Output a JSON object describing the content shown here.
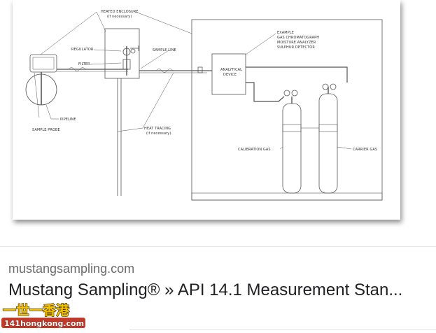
{
  "result": {
    "source_domain": "mustangsampling.com",
    "title": "Mustang Sampling® » API 14.1 Measurement Stan..."
  },
  "diagram": {
    "labels": {
      "heated_enclosure": "HEATED ENCLOSURE",
      "heated_enclosure_note": "(if necessary)",
      "regulator": "REGULATOR",
      "filter": "FILTER",
      "sample_line": "SAMPLE LINE",
      "pipeline": "PIPELINE",
      "sample_probe": "SAMPLE PROBE",
      "heat_tracing": "HEAT TRACING",
      "heat_tracing_note": "(if necessary)",
      "analytical_device_1": "ANALYTICAL",
      "analytical_device_2": "DEVICE",
      "example_1": "EXAMPLE",
      "example_2": "GAS CHROMATOGRAPH",
      "example_3": "MOISTURE ANALYZER",
      "example_4": "SULPHUR DETECTOR",
      "calibration_gas": "CALIBRATION GAS",
      "carrier_gas": "CARRIER GAS"
    }
  },
  "watermark": {
    "text_cn": "一世一香港",
    "text_url": "141hongkong.com",
    "colors": {
      "fill": "#f5c400",
      "stroke": "#3a2200",
      "url_fill": "#ffffff",
      "url_bg": "#c0392b"
    }
  }
}
